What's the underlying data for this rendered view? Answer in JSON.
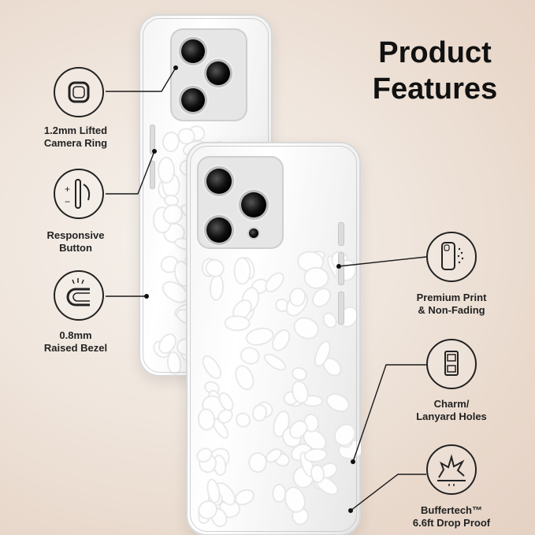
{
  "title": {
    "line1": "Product",
    "line2": "Features"
  },
  "features_left": [
    {
      "id": "camera-ring",
      "icon": "camera-ring-icon",
      "line1": "1.2mm Lifted",
      "line2": "Camera Ring"
    },
    {
      "id": "responsive-button",
      "icon": "button-press-icon",
      "line1": "Responsive",
      "line2": "Button"
    },
    {
      "id": "raised-bezel",
      "icon": "raised-bezel-icon",
      "line1": "0.8mm",
      "line2": "Raised Bezel"
    }
  ],
  "features_right": [
    {
      "id": "premium-print",
      "icon": "phone-print-icon",
      "line1": "Premium Print",
      "line2": "& Non-Fading"
    },
    {
      "id": "lanyard-holes",
      "icon": "lanyard-holes-icon",
      "line1": "Charm/",
      "line2": "Lanyard Holes"
    },
    {
      "id": "drop-proof",
      "icon": "impact-burst-icon",
      "line1": "Buffertech™",
      "line2": "6.6ft Drop Proof"
    }
  ],
  "colors": {
    "text": "#111111",
    "line": "#1a1a1a",
    "background": "#efe5dc"
  },
  "product_image": "clear phone cases with white leopard print pattern"
}
